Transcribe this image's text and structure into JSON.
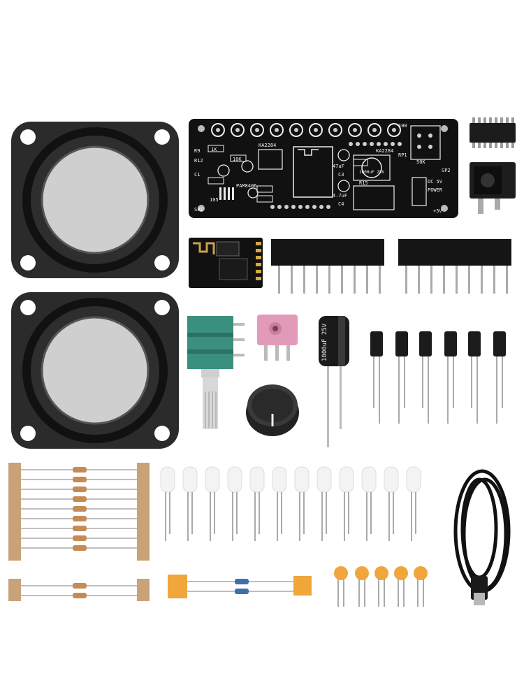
{
  "pcb": {
    "labels": {
      "power": "POWER",
      "dc": "DC 5V",
      "plus5v": "+5V",
      "pam": "PAM8406",
      "r9": "R9",
      "r12": "R12",
      "r15": "R15",
      "rp1": "RP1",
      "sp1": "SP1",
      "sp2": "SP2",
      "c1": "C1",
      "c3": "C3",
      "c4": "C4",
      "k1": "1K",
      "k10": "10K",
      "k50": "50K",
      "u1": "KA2284",
      "u2": "KA2284",
      "cap100": "100",
      "uf1000": "1000uF 25V",
      "cap105": "105",
      "dash1": "47uF",
      "dash2": "4.7uF"
    }
  },
  "capacitor": {
    "label": "1000uF 25V"
  },
  "colors": {
    "pcb": "#111111",
    "silk": "#f2f2f2",
    "speaker_frame": "#2b2b2b",
    "speaker_cone": "#cfcfcf",
    "pot_green": "#3a8f7f",
    "jack_pink": "#e29ab8",
    "resistor_tape": "#c9a27a",
    "ceramic_cap": "#f0a63a",
    "led": "#f3f3f3"
  }
}
